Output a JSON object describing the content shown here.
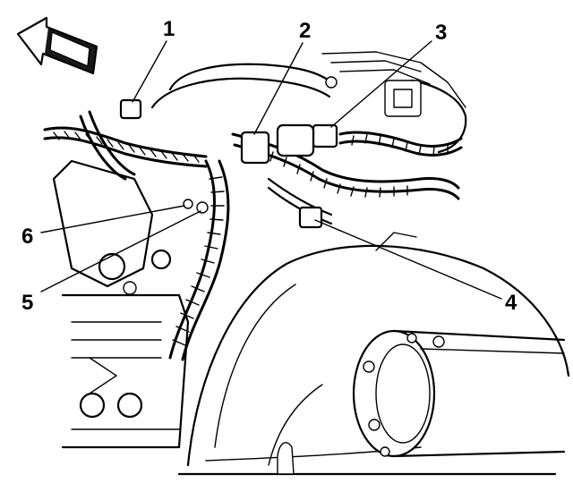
{
  "callouts": [
    {
      "id": "1",
      "label": "1"
    },
    {
      "id": "2",
      "label": "2"
    },
    {
      "id": "3",
      "label": "3"
    },
    {
      "id": "4",
      "label": "4"
    },
    {
      "id": "5",
      "label": "5"
    },
    {
      "id": "6",
      "label": "6"
    }
  ],
  "colors": {
    "ink": "#000000",
    "paper": "#ffffff"
  },
  "icons": {
    "direction_arrow": "forward-arrow-icon"
  }
}
